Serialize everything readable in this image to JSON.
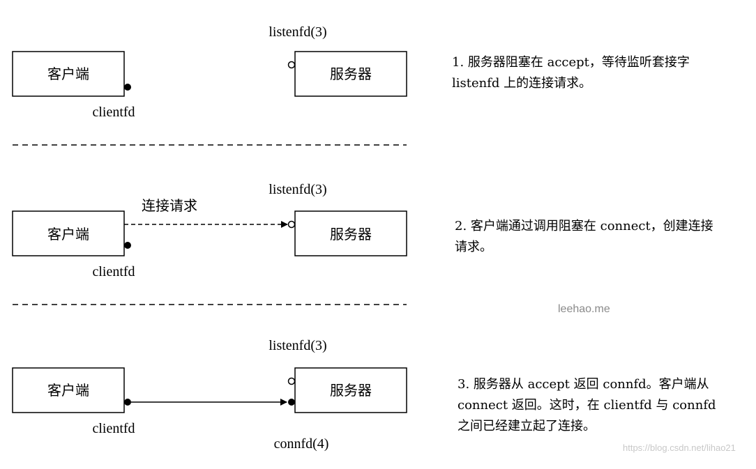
{
  "stages": [
    {
      "client_label": "客户端",
      "server_label": "服务器",
      "listen_label": "listenfd(3)",
      "client_fd_label": "clientfd",
      "description": "1. 服务器阻塞在 accept，等待监听套接字\nlistenfd 上的连接请求。"
    },
    {
      "client_label": "客户端",
      "server_label": "服务器",
      "listen_label": "listenfd(3)",
      "client_fd_label": "clientfd",
      "request_label": "连接请求",
      "description": "2. 客户端通过调用阻塞在 connect，创建连接\n请求。"
    },
    {
      "client_label": "客户端",
      "server_label": "服务器",
      "listen_label": "listenfd(3)",
      "client_fd_label": "clientfd",
      "conn_label": "connfd(4)",
      "description": "3. 服务器从 accept 返回 connfd。客户端从\nconnect 返回。这时，在 clientfd 与 connfd\n之间已经建立起了连接。"
    }
  ],
  "watermark": "leehao.me",
  "source_watermark": "https://blog.csdn.net/lihao21"
}
